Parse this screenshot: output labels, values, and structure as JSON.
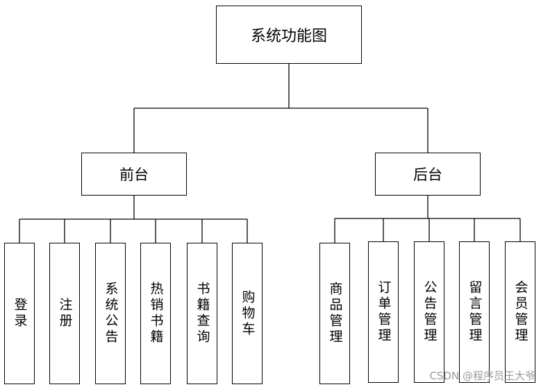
{
  "diagram": {
    "root": "系统功能图",
    "branches": [
      {
        "label": "前台",
        "children": [
          "登录",
          "注册",
          "系统公告",
          "热销书籍",
          "书籍查询",
          "购物车"
        ]
      },
      {
        "label": "后台",
        "children": [
          "商品管理",
          "订单管理",
          "公告管理",
          "留言管理",
          "会员管理"
        ]
      }
    ]
  },
  "watermark": "CSDN @程序员王大爷"
}
